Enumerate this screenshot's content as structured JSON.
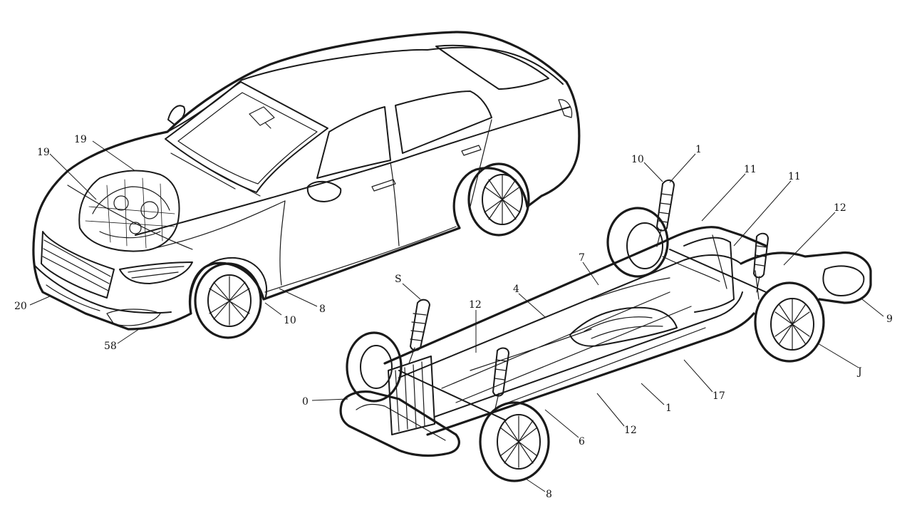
{
  "diagram": {
    "callouts": [
      {
        "id": "c-19a",
        "text": "19"
      },
      {
        "id": "c-19b",
        "text": "19"
      },
      {
        "id": "c-20",
        "text": "20"
      },
      {
        "id": "c-58",
        "text": "58"
      },
      {
        "id": "c-10car",
        "text": "10"
      },
      {
        "id": "c-8car",
        "text": "8"
      },
      {
        "id": "c-10top",
        "text": "10"
      },
      {
        "id": "c-1top",
        "text": "1"
      },
      {
        "id": "c-11a",
        "text": "11"
      },
      {
        "id": "c-11b",
        "text": "11"
      },
      {
        "id": "c-12right",
        "text": "12"
      },
      {
        "id": "c-7",
        "text": "7"
      },
      {
        "id": "c-4",
        "text": "4"
      },
      {
        "id": "c-12mid",
        "text": "12"
      },
      {
        "id": "c-S",
        "text": "S"
      },
      {
        "id": "c-9",
        "text": "9"
      },
      {
        "id": "c-J",
        "text": "J"
      },
      {
        "id": "c-17",
        "text": "17"
      },
      {
        "id": "c-1bottom",
        "text": "1"
      },
      {
        "id": "c-12bottom",
        "text": "12"
      },
      {
        "id": "c-6",
        "text": "6"
      },
      {
        "id": "c-8bottom",
        "text": "8"
      },
      {
        "id": "c-0",
        "text": "0"
      }
    ]
  }
}
